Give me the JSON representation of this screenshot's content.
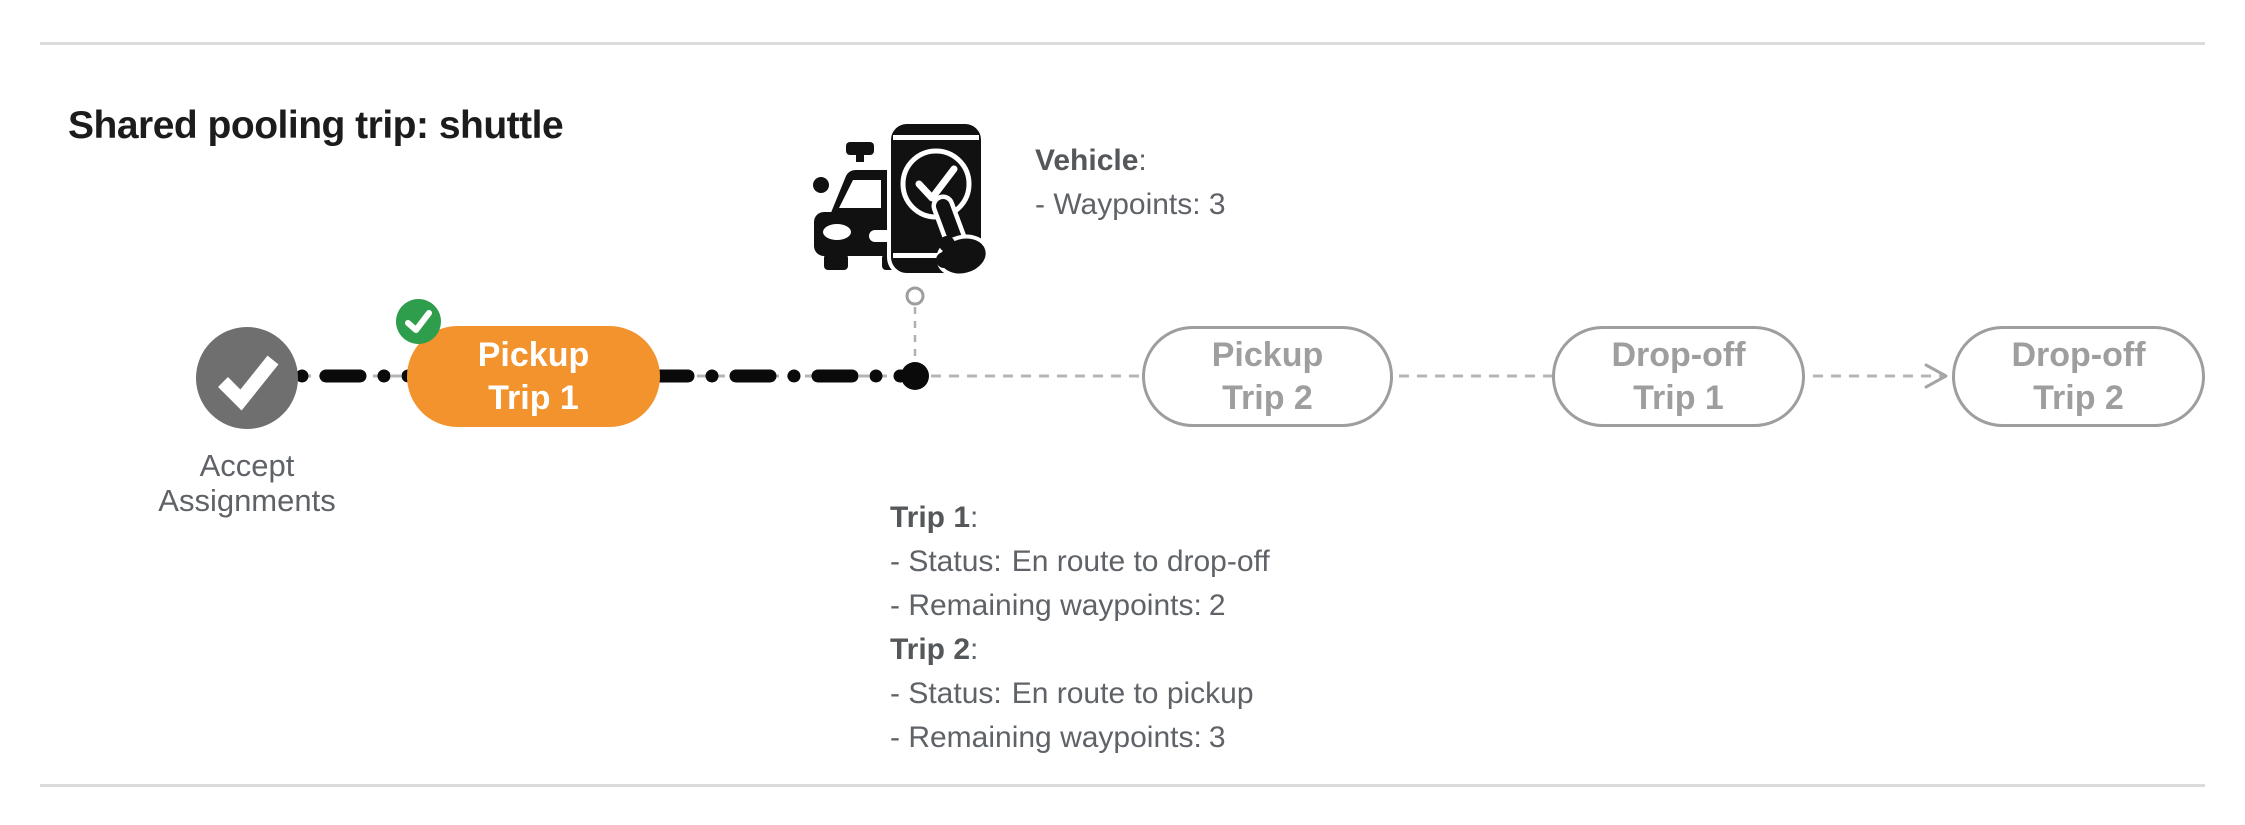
{
  "title": "Shared pooling trip: shuttle",
  "colors": {
    "accent-orange": "#F2932E",
    "success-green": "#2F9E4C",
    "node-gray": "#6F6F6F",
    "outline-gray": "#9E9E9E",
    "text-gray": "#5F6368",
    "connector-gray": "#B5B5B5",
    "path-black": "#0A0A0A",
    "divider-gray": "#DBDBDB",
    "title-black": "#1C1C1C"
  },
  "timeline": {
    "start_node": {
      "label_line1": "Accept",
      "label_line2": "Assignments",
      "icon": "check"
    },
    "completed_badge_icon": "check",
    "nodes": [
      {
        "line1": "Pickup",
        "line2": "Trip 1",
        "state": "current"
      },
      {
        "line1": "Pickup",
        "line2": "Trip 2",
        "state": "upcoming"
      },
      {
        "line1": "Drop-off",
        "line2": "Trip 1",
        "state": "upcoming"
      },
      {
        "line1": "Drop-off",
        "line2": "Trip 2",
        "state": "upcoming"
      }
    ],
    "vehicle_marker_icon": "taxi-with-phone-check"
  },
  "vehicle_callout": {
    "heading": "Vehicle",
    "heading_colon": ":",
    "detail": "- Waypoints: 3"
  },
  "trip_info": {
    "trips": [
      {
        "name": "Trip 1",
        "colon": ":",
        "status_label": "- Status:",
        "status_value": "En route to drop-off",
        "remaining_label": "- Remaining waypoints:",
        "remaining_value": "2"
      },
      {
        "name": "Trip 2",
        "colon": ":",
        "status_label": "- Status:",
        "status_value": "En route to pickup",
        "remaining_label": "- Remaining waypoints:",
        "remaining_value": "3"
      }
    ]
  }
}
